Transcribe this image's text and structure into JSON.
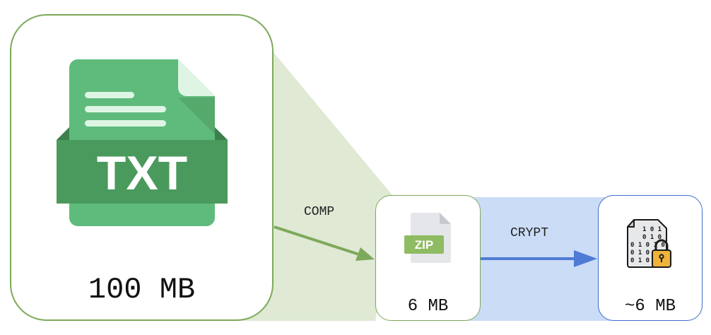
{
  "original_file": {
    "icon_text": "TXT",
    "size": "100 MB",
    "icon": "txt-file-icon"
  },
  "compressed_file": {
    "icon_text": "ZIP",
    "size": "6 MB",
    "icon": "zip-file-icon"
  },
  "encrypted_file": {
    "size": "~6 MB",
    "icon": "encrypted-binary-file-icon",
    "binary_rows": [
      "1 0 1",
      "0 1 0",
      "0 1 0 1 0",
      "0 1 0 1",
      "0 1 0"
    ]
  },
  "steps": {
    "compress_label": "COMP",
    "encrypt_label": "CRYPT"
  },
  "colors": {
    "green_border": "#7da95a",
    "green_shade": "#dfe9d4",
    "blue_border": "#3d6ccb",
    "blue_shade": "#cadcf6",
    "blue_arrow": "#4e7bd6",
    "txt_green": "#5fbb7c",
    "txt_dark_green": "#4a9a5d",
    "zip_green": "#8fbb62",
    "lock_gold": "#f0b33a"
  }
}
